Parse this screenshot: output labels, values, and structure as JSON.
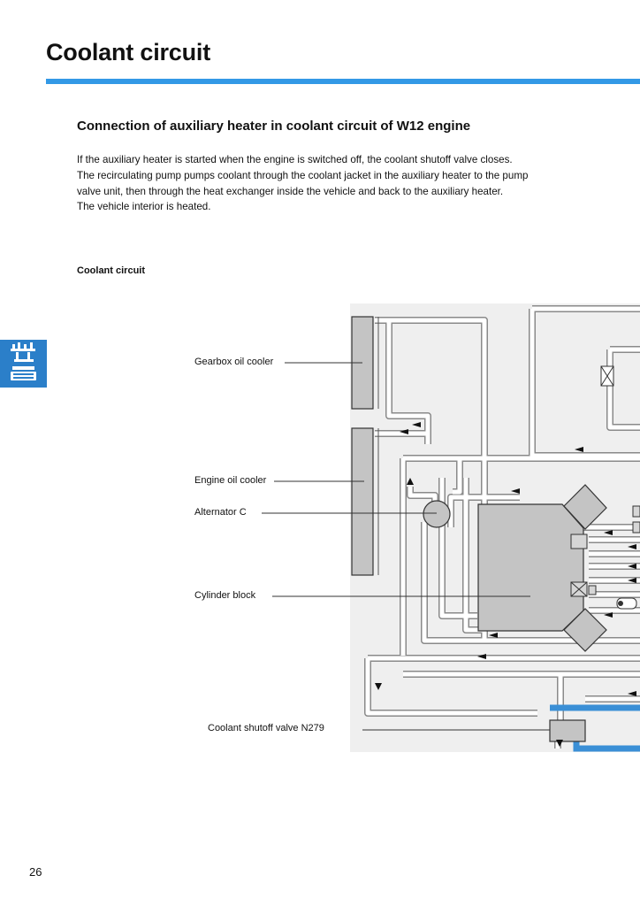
{
  "header": {
    "title": "Coolant circuit",
    "accent_color": "#3399e6"
  },
  "section": {
    "heading": "Connection of auxiliary heater in coolant circuit of W12 engine",
    "body_lines": [
      "If the auxiliary heater is started when the engine is switched off, the coolant shutoff valve closes.",
      "The recirculating pump pumps coolant through the coolant jacket in the auxiliary heater to the pump",
      "valve unit, then through the heat exchanger inside the vehicle and back to the auxiliary heater.",
      "The vehicle interior is heated."
    ]
  },
  "figure": {
    "caption": "Coolant circuit",
    "labels": {
      "gearbox_oil_cooler": "Gearbox oil cooler",
      "engine_oil_cooler": "Engine oil cooler",
      "alternator": "Alternator C",
      "cylinder_block": "Cylinder block",
      "coolant_shutoff_valve": "Coolant shutoff valve N279"
    },
    "colors": {
      "pipe_fill": "#ffffff",
      "pipe_outline": "#8a8a8a",
      "component_fill": "#c4c4c4",
      "auxiliary_circuit": "#3a8fd6",
      "background_panel": "#efefef"
    },
    "side_tab_icon": "engine-icon"
  },
  "footer": {
    "page_number": "26"
  }
}
